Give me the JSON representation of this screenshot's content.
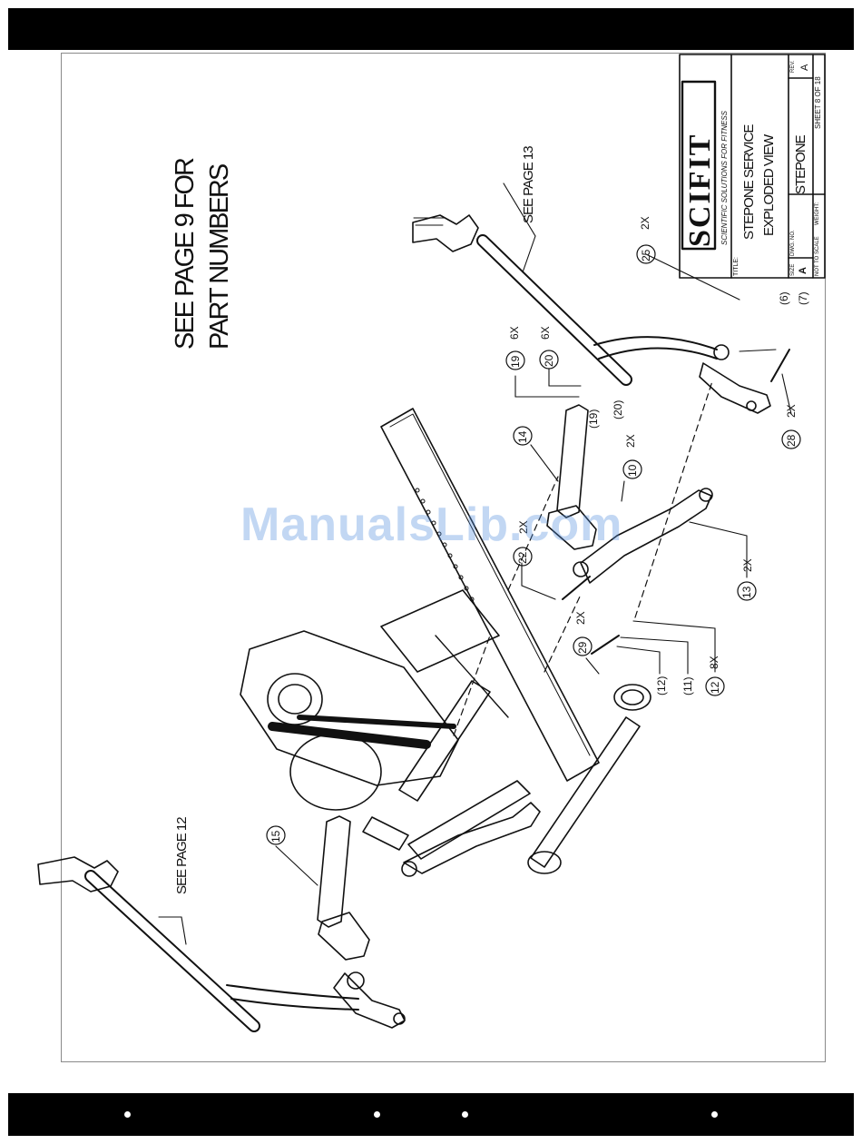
{
  "page_note": {
    "line1": "SEE PAGE 9 FOR",
    "line2": "PART NUMBERS"
  },
  "references": {
    "page13": "SEE PAGE 13",
    "page12": "SEE PAGE 12"
  },
  "callouts": [
    {
      "num": "25",
      "qty": "2X"
    },
    {
      "num": "19",
      "qty": "6X"
    },
    {
      "num": "20",
      "qty": "6X"
    },
    {
      "num": "14",
      "qty": ""
    },
    {
      "num": "10",
      "qty": "2X"
    },
    {
      "num": "22",
      "qty": "2X"
    },
    {
      "num": "13",
      "qty": "2X"
    },
    {
      "num": "29",
      "qty": "2X"
    },
    {
      "num": "12",
      "qty": "8X"
    },
    {
      "num": "28",
      "qty": "2X"
    },
    {
      "num": "15",
      "qty": ""
    }
  ],
  "paren_refs": [
    "(6)",
    "(7)",
    "(19)",
    "(20)",
    "(12)",
    "(11)"
  ],
  "title_block": {
    "logo": "SCIFIT",
    "tagline": "SCIENTIFIC SOLUTIONS FOR FITNESS",
    "title_label": "TITLE:",
    "title_line1": "STEPONE SERVICE",
    "title_line2": "EXPLODED VIEW",
    "size_label": "SIZE",
    "size_value": "A",
    "dwg_label": "DWG. NO.",
    "dwg_value": "STEPONE",
    "rev_label": "REV.",
    "rev_value": "A",
    "scale": "NOT TO SCALE",
    "weight_label": "WEIGHT:",
    "sheet": "SHEET 8 OF 18"
  },
  "watermark": "ManualsLib.com",
  "colors": {
    "band": "#000000",
    "line": "#111111",
    "watermark": "#508cdc"
  }
}
